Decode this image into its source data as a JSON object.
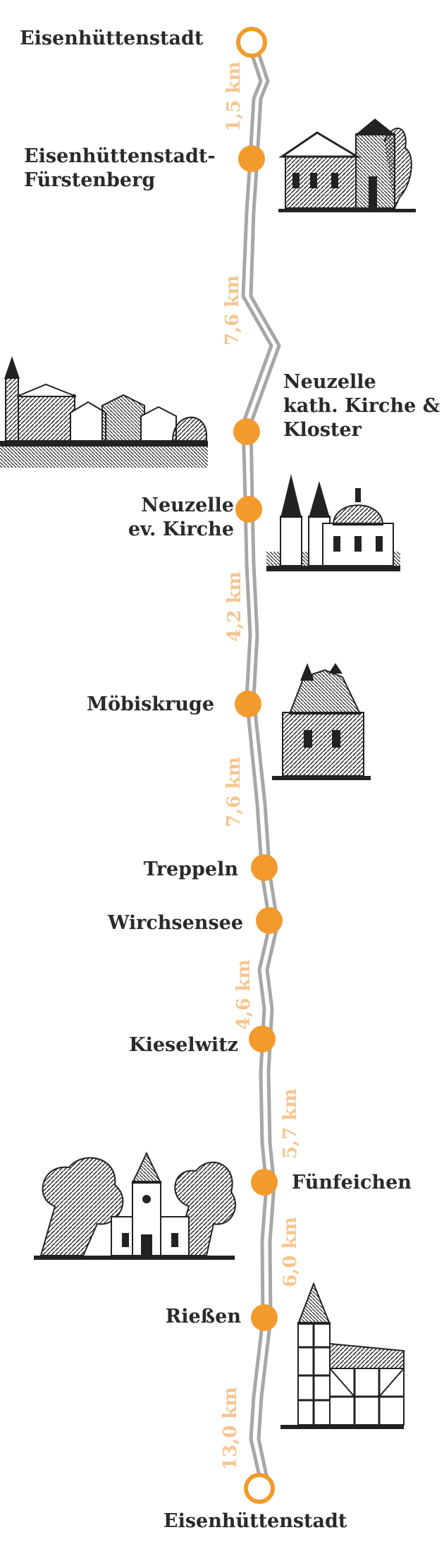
{
  "colors": {
    "route_line": "#a7a7a7",
    "stop_fill": "#f39a2c",
    "terminal_stroke": "#f39a2c",
    "label_text": "#2a2a2a",
    "distance_text": "#f6c68f"
  },
  "stops": [
    {
      "id": "start",
      "label": [
        "Eisenhüttenstadt"
      ],
      "type": "terminal"
    },
    {
      "id": "fuerstenberg",
      "label": [
        "Eisenhüttenstadt-",
        "Fürstenberg"
      ],
      "type": "stop"
    },
    {
      "id": "neuzelle-kath",
      "label": [
        "Neuzelle",
        "kath. Kirche &",
        "Kloster"
      ],
      "type": "stop"
    },
    {
      "id": "neuzelle-ev",
      "label": [
        "Neuzelle",
        "ev. Kirche"
      ],
      "type": "stop"
    },
    {
      "id": "moebiskruge",
      "label": [
        "Möbiskruge"
      ],
      "type": "stop"
    },
    {
      "id": "treppeln",
      "label": [
        "Treppeln"
      ],
      "type": "stop"
    },
    {
      "id": "wirchsensee",
      "label": [
        "Wirchsensee"
      ],
      "type": "stop"
    },
    {
      "id": "kieselwitz",
      "label": [
        "Kieselwitz"
      ],
      "type": "stop"
    },
    {
      "id": "fuenfeichen",
      "label": [
        "Fünfeichen"
      ],
      "type": "stop"
    },
    {
      "id": "riessen",
      "label": [
        "Rießen"
      ],
      "type": "stop"
    },
    {
      "id": "end",
      "label": [
        "Eisenhüttenstadt"
      ],
      "type": "terminal"
    }
  ],
  "distances": [
    "1,5 km",
    "7,6 km",
    "4,2 km",
    "7,6 km",
    "4,6 km",
    "5,7 km",
    "6,0 km",
    "13,0 km"
  ],
  "illustrations": [
    "church-icon",
    "town-skyline-icon",
    "monastery-church-icon",
    "village-church-icon",
    "castle-trees-icon",
    "timber-church-icon"
  ]
}
